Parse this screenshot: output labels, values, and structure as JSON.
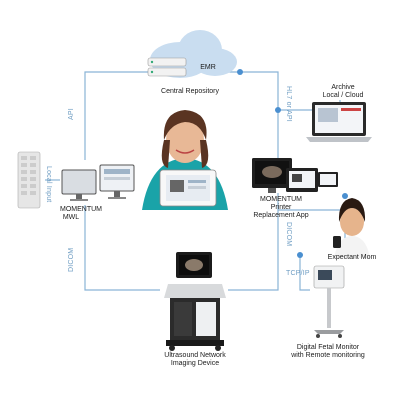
{
  "nodes": {
    "emr": {
      "server_label": "EMR",
      "caption": "Central Repository"
    },
    "archive": {
      "caption_line1": "Archive",
      "caption_line2": "Local / Cloud"
    },
    "mwl": {
      "caption_line1": "MOMENTUM",
      "caption_line2": "MWL"
    },
    "local_input": {
      "caption": "Local Input"
    },
    "printer_app": {
      "caption_line1": "MOMENTUM",
      "caption_line2": "Printer",
      "caption_line3": "Replacement App"
    },
    "expectant_mom": {
      "caption": "Expectant Mom"
    },
    "ultrasound": {
      "caption_line1": "Ultrasound Network",
      "caption_line2": "Imaging Device"
    },
    "fetal_monitor": {
      "caption_line1": "Digital Fetal Monitor",
      "caption_line2": "with Remote monitoring"
    }
  },
  "connections": {
    "api": "API",
    "hl7_api": "HL7 or API",
    "dicom_left": "DICOM",
    "dicom_right": "DICOM",
    "tcp_ip": "TCP/IP"
  },
  "colors": {
    "connector": "#8ab4d6",
    "dot": "#4a8fd0",
    "cloud": "#c9ddf0",
    "scrubs": "#1aa3a8"
  }
}
